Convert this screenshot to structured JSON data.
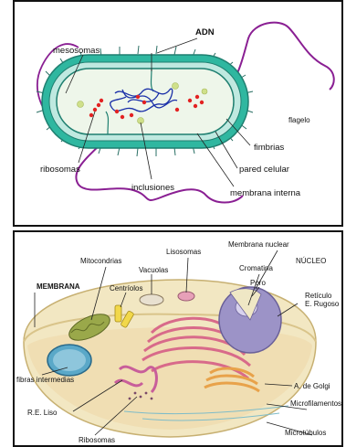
{
  "bacteria": {
    "labels": {
      "adn": "ADN",
      "mesosomas": "mesosomas",
      "flagelo": "flagelo",
      "fimbrias": "fimbrias",
      "ribosomas": "ribosomas",
      "pared_celular": "pared celular",
      "inclusiones": "inclusiones",
      "membrana_interna": "membrana interna"
    },
    "colors": {
      "wall_outer": "#2fb7a0",
      "wall_inner": "#bfe9e0",
      "cytoplasm": "#eef6ea",
      "flagellum": "#8a1f93",
      "dna": "#1a2fa8",
      "ribosome": "#e32222",
      "inclusion": "#cfe08a"
    }
  },
  "cell": {
    "labels": {
      "membrana_nuclear": "Membrana nuclear",
      "lisosomas": "Lisosomas",
      "nucleo": "NÚCLEO",
      "mitocondrias": "Mitocondrias",
      "cromatina": "Cromatina",
      "vacuolas": "Vacuolas",
      "membrana": "MEMBRANA",
      "poro": "Poro",
      "centriolos": "Centríolos",
      "reticulo": "Retículo",
      "e_rugoso": "E. Rugoso",
      "fibras_intermedias": "fibras intermedias",
      "a_de_golgi": "A. de Golgi",
      "re_liso": "R.E. Liso",
      "microfilamentos": "Microfilamentos",
      "ribosomas": "Ribosomas",
      "microtubulos": "Microtúbulos"
    },
    "colors": {
      "cytoplasm": "#f2e7c2",
      "membrane": "#d9c48a",
      "nucleus": "#9c93c7",
      "nucleolus": "#d8d2ee",
      "rer": "#d86a8a",
      "mitochondria": "#9aa84a",
      "golgi": "#e8a24a",
      "vacuole": "#5aa8c8"
    }
  }
}
